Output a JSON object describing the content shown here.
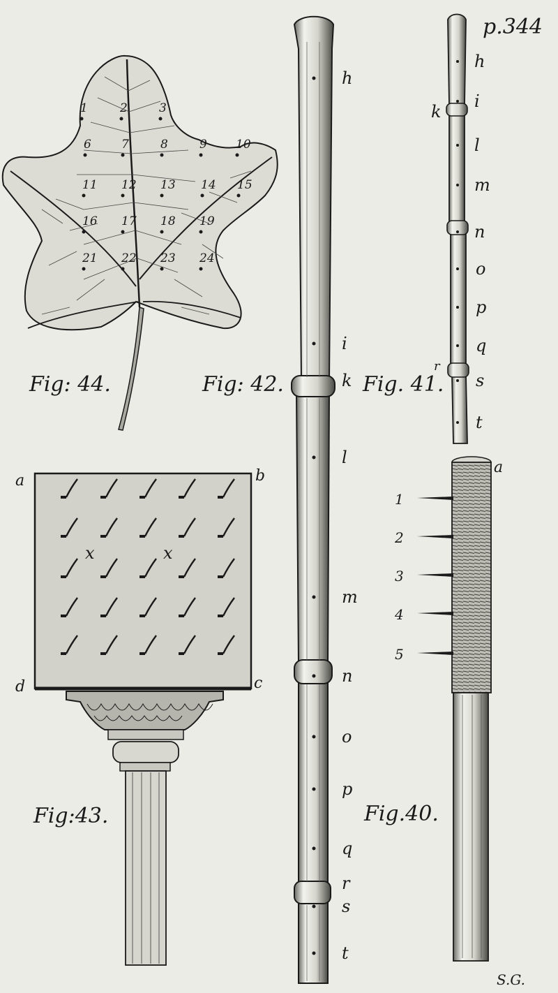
{
  "plate": {
    "page_label": "p.344",
    "engraver_mark": "S.G."
  },
  "figures": {
    "fig44": {
      "caption": "Fig: 44.",
      "point_numbers": [
        "1",
        "2",
        "3",
        "6",
        "7",
        "8",
        "9",
        "10",
        "11",
        "12",
        "13",
        "14",
        "15",
        "16",
        "17",
        "18",
        "19",
        "21",
        "22",
        "23",
        "24"
      ]
    },
    "fig42": {
      "caption": "Fig: 42.",
      "letters": [
        "h",
        "i",
        "k",
        "l",
        "m",
        "n",
        "o",
        "p",
        "q",
        "r",
        "s",
        "t"
      ]
    },
    "fig41": {
      "caption": "Fig. 41.",
      "letters": [
        "h",
        "i",
        "k",
        "l",
        "m",
        "n",
        "o",
        "p",
        "q",
        "r",
        "s",
        "t"
      ]
    },
    "fig43": {
      "caption": "Fig:43.",
      "corner_labels": [
        "a",
        "b",
        "c",
        "d"
      ],
      "marks": [
        "x",
        "x"
      ]
    },
    "fig40": {
      "caption": "Fig.40.",
      "top_label": "a",
      "numbers": [
        "1",
        "2",
        "3",
        "4",
        "5"
      ]
    }
  },
  "colors": {
    "paper": "#ecece7",
    "ink": "#1a1a1a",
    "shade": "#c9c9c2"
  }
}
